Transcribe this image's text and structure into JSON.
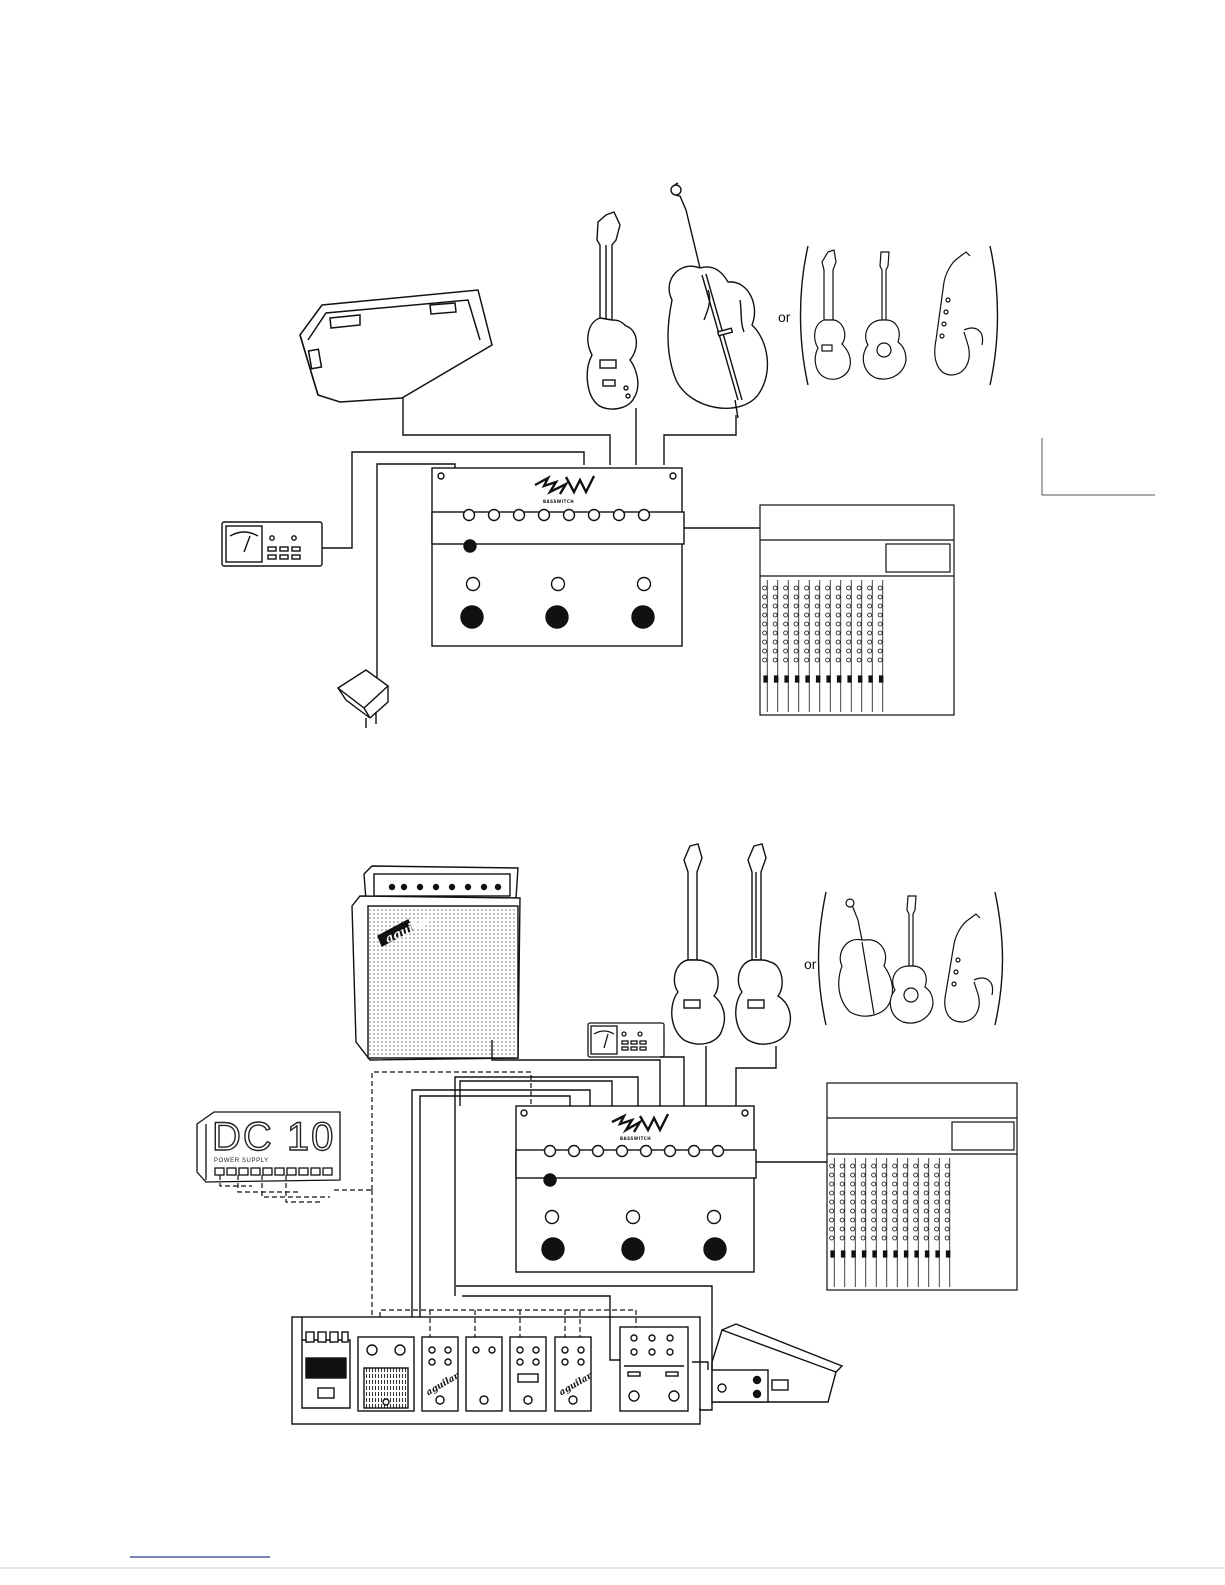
{
  "diagrams": [
    {
      "alt_word": "or",
      "footswitch_logo": "BASSWITCH"
    },
    {
      "alt_word": "or",
      "footswitch_logo": "BASSWITCH",
      "power_supply_model": "DC 10",
      "power_supply_caption": "POWER SUPPLY",
      "amp_brand": "aguilar",
      "pedal_brand": "aguilar"
    }
  ],
  "colors": {
    "ink": "#111111",
    "paper": "#ffffff",
    "footer_rule": "#2b3a8f"
  }
}
